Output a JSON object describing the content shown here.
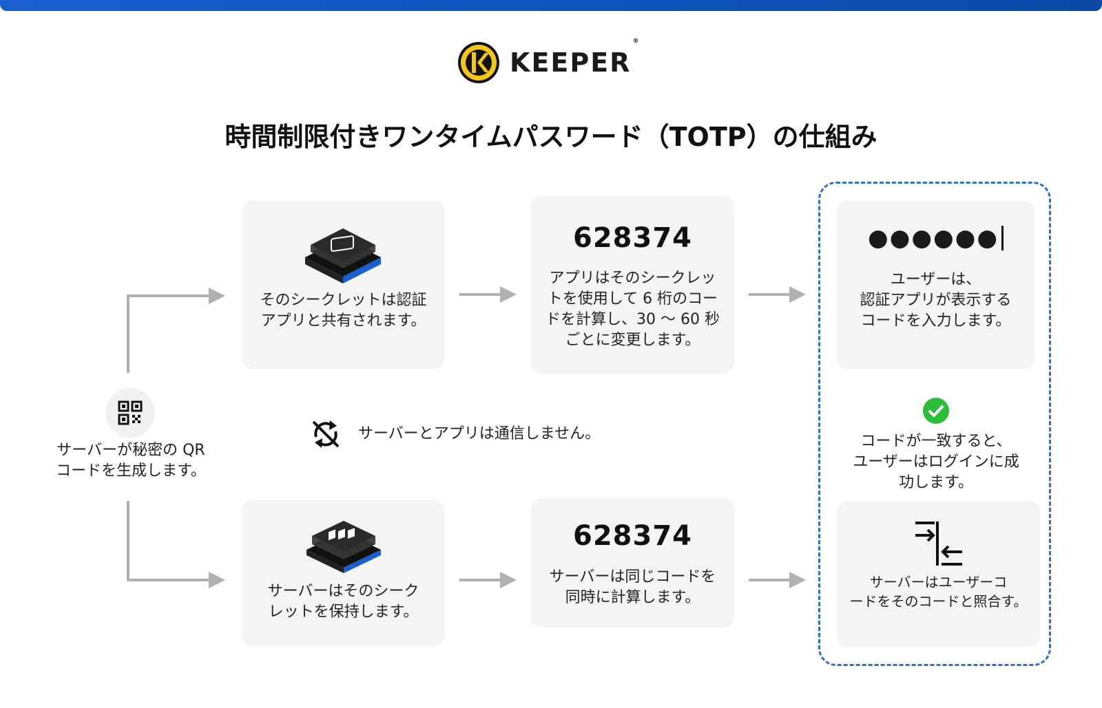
{
  "brand": {
    "name": "KEEPER",
    "registered_mark": "®"
  },
  "title": "時間制限付きワンタイムパスワード（TOTP）の仕組み",
  "server_qr": {
    "label": "サーバーが秘密の QR\nコードを生成します。",
    "icon": "qr-code-icon"
  },
  "top_row": {
    "share": {
      "text": "そのシークレットは認証\nアプリと共有されます。",
      "icon": "device-app-icon"
    },
    "compute": {
      "code": "628374",
      "text": "アプリはそのシークレッ\nトを使用して 6 桁のコー\nドを計算し、30 ～ 60 秒\nごとに変更します。"
    },
    "enter": {
      "dots": "●●●●●●",
      "text": "ユーザーは、\n認証アプリが表示する\nコードを入力します。"
    }
  },
  "no_comm": {
    "text": "サーバーとアプリは通信しません。",
    "icon": "sync-disabled-icon"
  },
  "success": {
    "text": "コードが一致すると、\nユーザーはログインに成\n功します。",
    "icon": "check-circle-icon",
    "color": "#2ebd3a"
  },
  "bottom_row": {
    "hold": {
      "text": "サーバーはそのシーク\nレットを保持します。",
      "icon": "device-server-icon"
    },
    "compute": {
      "code": "628374",
      "text": "サーバーは同じコードを\n同時に計算します。"
    },
    "compare": {
      "text": "サーバーはユーザーコ\nードをそのコードと照合す。",
      "icon": "compare-arrows-icon"
    }
  },
  "colors": {
    "accent_blue": "#1a5fd0",
    "card_bg": "#f4f4f4",
    "arrow_gray": "#b0b0b0",
    "logo_yellow": "#f5c518"
  }
}
